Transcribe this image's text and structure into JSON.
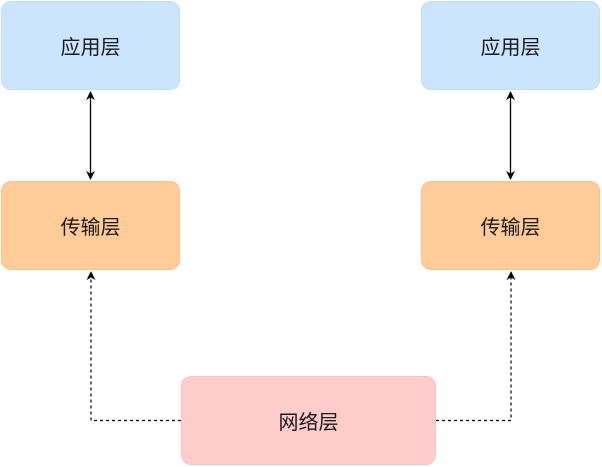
{
  "layers": {
    "left": {
      "application": "应用层",
      "transport": "传输层"
    },
    "right": {
      "application": "应用层",
      "transport": "传输层"
    },
    "network": "网络层"
  },
  "connections": [
    {
      "from": "left.application",
      "to": "left.transport",
      "style": "solid",
      "direction": "both"
    },
    {
      "from": "right.application",
      "to": "right.transport",
      "style": "solid",
      "direction": "both"
    },
    {
      "from": "network",
      "to": "left.transport",
      "style": "dashed",
      "direction": "to"
    },
    {
      "from": "network",
      "to": "right.transport",
      "style": "dashed",
      "direction": "to"
    }
  ],
  "colors": {
    "application_fill": "#cce5ff",
    "transport_fill": "#ffcc99",
    "network_fill": "#ffcccc",
    "connector": "#000000"
  }
}
